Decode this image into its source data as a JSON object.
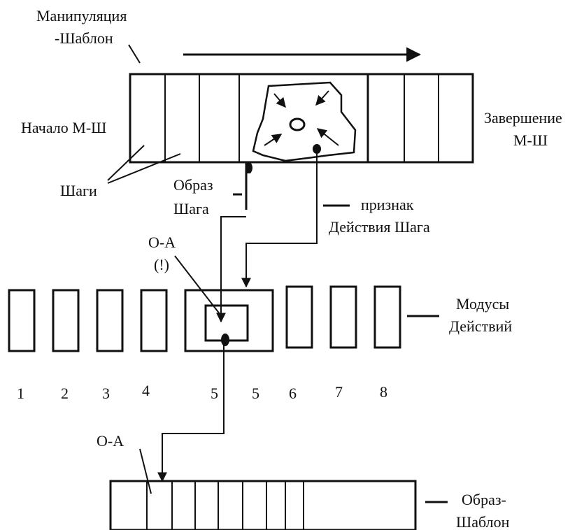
{
  "labels": {
    "template_title_line1": "Манипуляция",
    "template_title_line2": "-Шаблон",
    "start_label": "Начало М-Ш",
    "end_label_line1": "Завершение",
    "end_label_line2": "М-Ш",
    "steps_label": "Шаги",
    "step_image_line1": "Образ",
    "step_image_line2": "Шага",
    "feature_line1": "признак",
    "feature_line2": "Действия Шага",
    "oa_top_line1": "О-А",
    "oa_top_line2": "(!)",
    "modes_line1": "Модусы",
    "modes_line2": "Действий",
    "oa_bottom": "О-А",
    "image_template_line1": "Образ-",
    "image_template_line2": "Шаблон"
  },
  "mode_numbers": [
    "1",
    "2",
    "3",
    "4",
    "5",
    "5",
    "6",
    "7",
    "8"
  ],
  "colors": {
    "stroke": "#111111",
    "background": "#ffffff"
  }
}
